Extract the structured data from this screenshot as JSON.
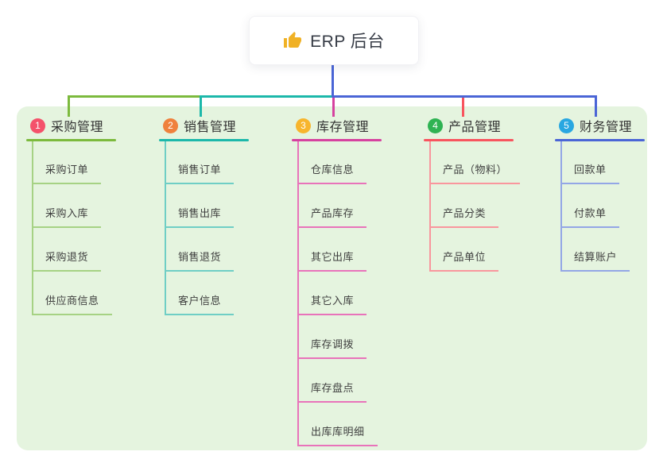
{
  "root": {
    "title": "ERP 后台",
    "icon": "thumbs-up"
  },
  "colors": {
    "panel_bg": "#e5f4df",
    "trunk": "#4a65d6",
    "thumb_gold": "#f0b125",
    "root_text": "#363b45",
    "item_text": "#3f3f3f"
  },
  "branches": [
    {
      "index": "1",
      "title": "采购管理",
      "badge_color": "#f4526b",
      "line_color": "#7cba3d",
      "child_line_color": "#a6d284",
      "children": [
        "采购订单",
        "采购入库",
        "采购退货",
        "供应商信息"
      ]
    },
    {
      "index": "2",
      "title": "销售管理",
      "badge_color": "#ef813d",
      "line_color": "#1cb8aa",
      "child_line_color": "#6fcec5",
      "children": [
        "销售订单",
        "销售出库",
        "销售退货",
        "客户信息"
      ]
    },
    {
      "index": "3",
      "title": "库存管理",
      "badge_color": "#f7b52d",
      "line_color": "#d6419f",
      "child_line_color": "#e873ba",
      "children": [
        "仓库信息",
        "产品库存",
        "其它出库",
        "其它入库",
        "库存调拨",
        "库存盘点",
        "出库库明细"
      ]
    },
    {
      "index": "4",
      "title": "产品管理",
      "badge_color": "#2fb353",
      "line_color": "#f8545e",
      "child_line_color": "#f9969d",
      "children": [
        "产品（物料）",
        "产品分类",
        "产品单位"
      ]
    },
    {
      "index": "5",
      "title": "财务管理",
      "badge_color": "#29a7e1",
      "line_color": "#4a65d6",
      "child_line_color": "#93a6e6",
      "children": [
        "回款单",
        "付款单",
        "结算账户"
      ]
    }
  ]
}
